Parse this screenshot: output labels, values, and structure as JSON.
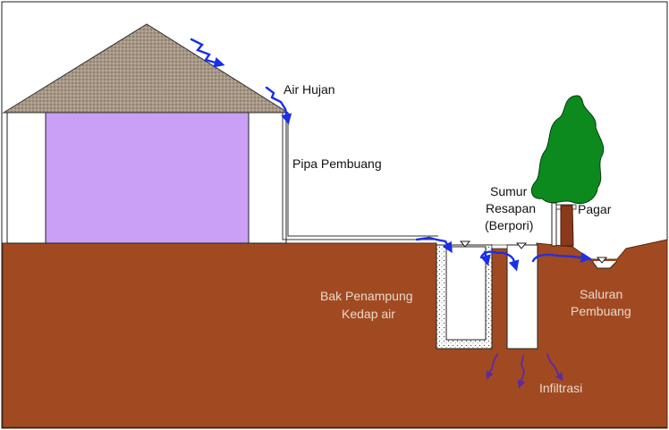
{
  "labels": {
    "air_hujan": "Air Hujan",
    "pipa_pembuang": "Pipa Pembuang",
    "sumur_line1": "Sumur",
    "sumur_line2": "Resapan",
    "sumur_line3": "(Berpori)",
    "pagar": "Pagar",
    "bak_line1": "Bak Penampung",
    "bak_line2": "Kedap air",
    "saluran_line1": "Saluran",
    "saluran_line2": "Pembuang",
    "infiltrasi": "Infiltrasi"
  },
  "colors": {
    "soil": "#a14a22",
    "wall": "#c9a0f5",
    "roof": "#a89886",
    "water": "#1a2fe6",
    "infiltration": "#5a2ca0",
    "tree_foliage": "#0c8a1e",
    "tree_trunk": "#8a3a1a",
    "label_light": "#e9d8c8",
    "label_dark": "#111111"
  },
  "icons": [
    "water-level-marker-icon",
    "rain-arrow-icon",
    "infiltration-arrow-icon"
  ]
}
